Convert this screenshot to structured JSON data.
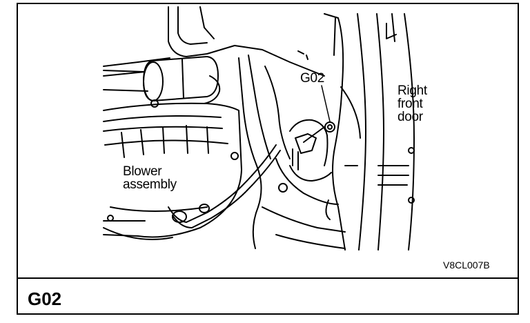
{
  "diagram": {
    "labels": {
      "g02": "G02",
      "right_front_door": [
        "Right",
        "front",
        "door"
      ],
      "blower_assembly": [
        "Blower",
        "assembly"
      ]
    },
    "reference_code": "V8CL007B",
    "section_title": "G02"
  }
}
